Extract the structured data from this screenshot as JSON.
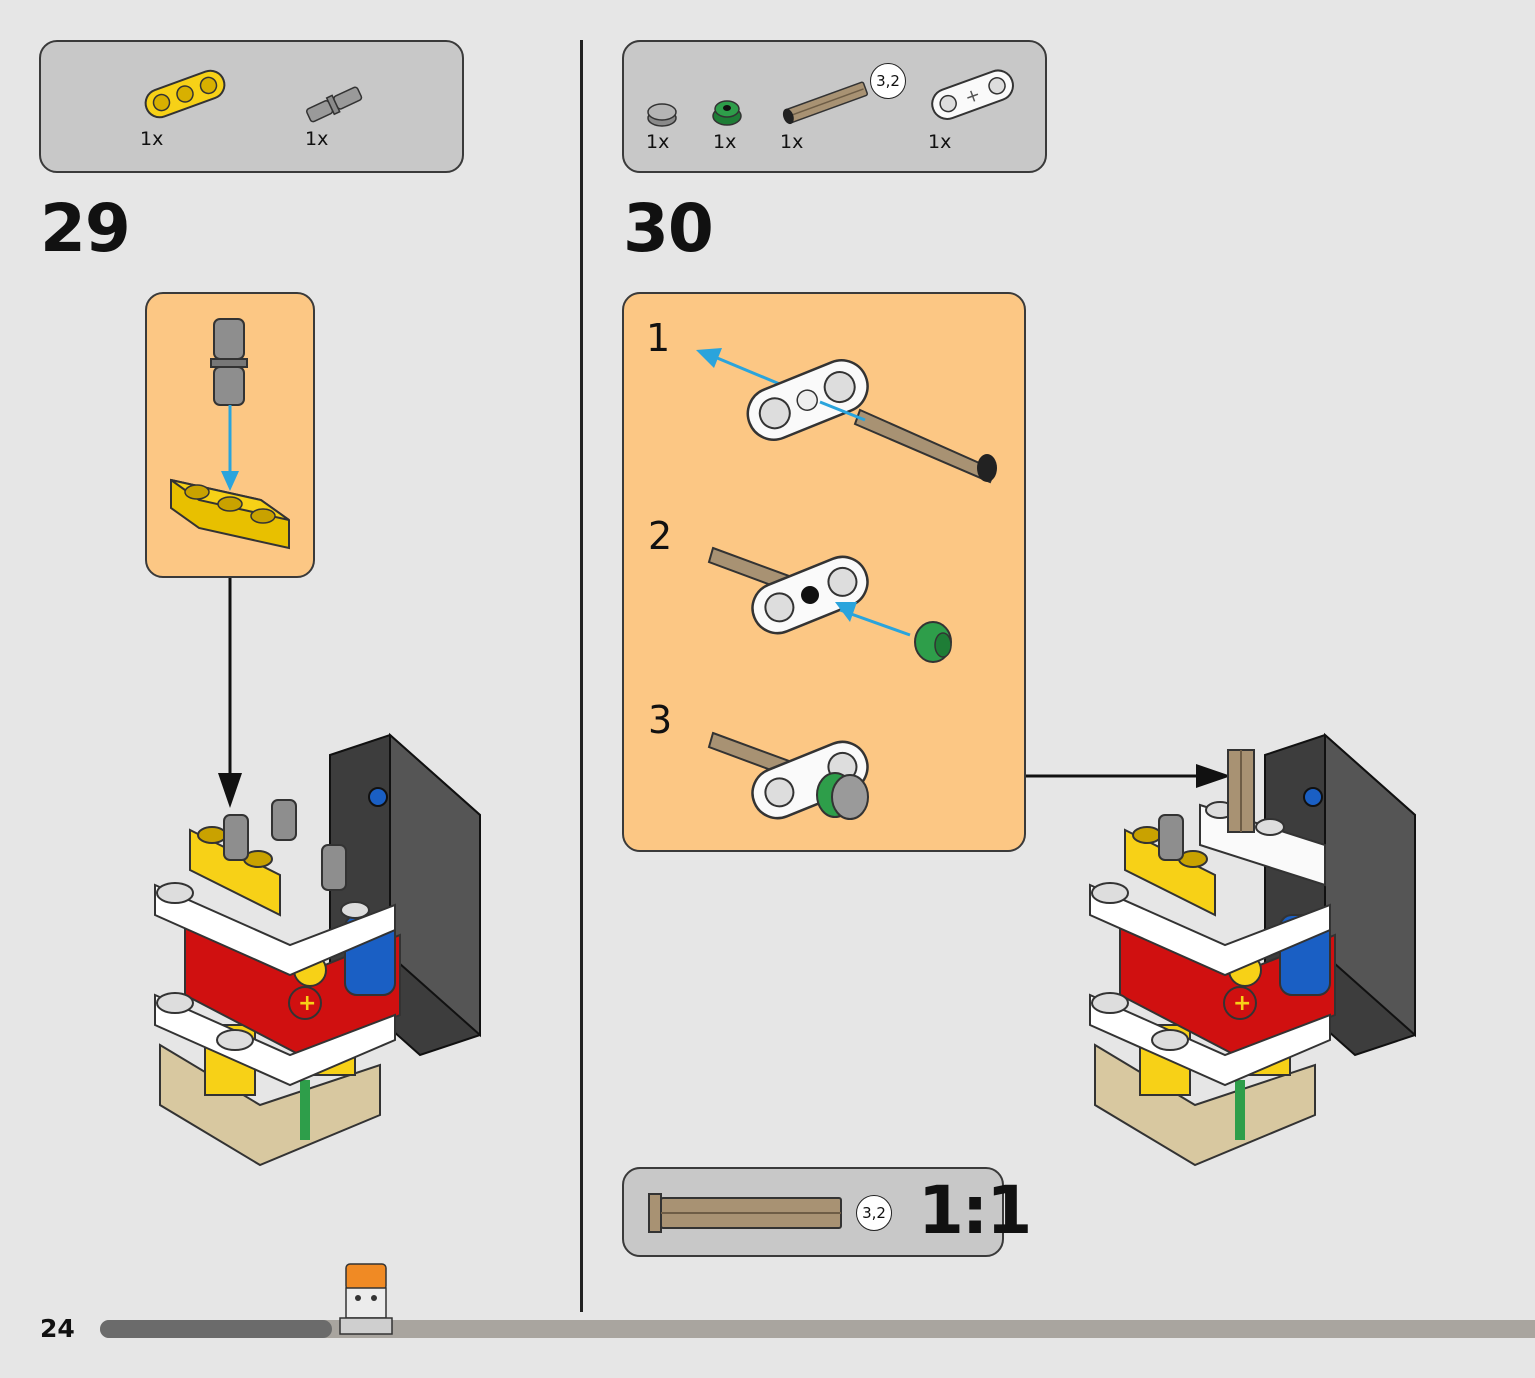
{
  "page": {
    "number": "24",
    "progress_fraction": 0.16
  },
  "step29": {
    "number": "29",
    "parts": [
      {
        "icon": "yellow-beam-icon",
        "qty": "1x"
      },
      {
        "icon": "grey-pin-icon",
        "qty": "1x"
      }
    ]
  },
  "step30": {
    "number": "30",
    "parts": [
      {
        "icon": "grey-round-tile-icon",
        "qty": "1x"
      },
      {
        "icon": "green-bush-icon",
        "qty": "1x"
      },
      {
        "icon": "tan-axle-icon",
        "qty": "1x",
        "badge": "3,2"
      },
      {
        "icon": "white-beam-icon",
        "qty": "1x"
      }
    ],
    "substeps": [
      "1",
      "2",
      "3"
    ]
  },
  "ratio": {
    "badge": "3,2",
    "label": "1:1"
  },
  "colors": {
    "page_bg": "#e6e6e6",
    "parts_bg": "#c8c8c8",
    "substep_bg": "#fcc784",
    "arrow_blue": "#2aa4dc",
    "yellow": "#f7d117",
    "tan": "#a89273",
    "green": "#2e9e4a",
    "red": "#d01010",
    "blue": "#1a5fc4"
  }
}
